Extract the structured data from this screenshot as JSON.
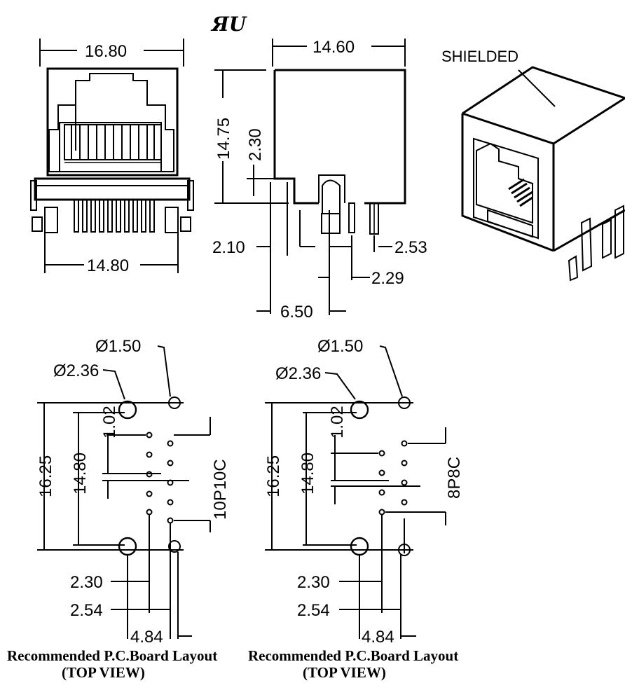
{
  "logo": {
    "text": "ЯU",
    "icon": "ul-recognized-mark"
  },
  "front_view": {
    "width_top": "16.80",
    "width_pins": "14.80"
  },
  "side_view": {
    "width": "14.60",
    "height": "14.75",
    "tab_height": "2.30",
    "offset_left": "2.10",
    "pitch_a": "2.53",
    "pitch_b": "2.29",
    "overall": "6.50"
  },
  "iso_view": {
    "label": "SHIELDED"
  },
  "layout_10p": {
    "large_hole": "Ø2.36",
    "small_hole": "Ø1.50",
    "h1": "16.25",
    "h2": "14.80",
    "h3": "1.02",
    "code": "10P10C",
    "d1": "2.30",
    "d2": "2.54",
    "d3": "4.84",
    "caption1": "Recommended P.C.Board Layout",
    "caption2": "(TOP VIEW)"
  },
  "layout_8p": {
    "large_hole": "Ø2.36",
    "small_hole": "Ø1.50",
    "h1": "16.25",
    "h2": "14.80",
    "h3": "1.02",
    "code": "8P8C",
    "d1": "2.30",
    "d2": "2.54",
    "d3": "4.84",
    "caption1": "Recommended P.C.Board Layout",
    "caption2": "(TOP VIEW)"
  }
}
